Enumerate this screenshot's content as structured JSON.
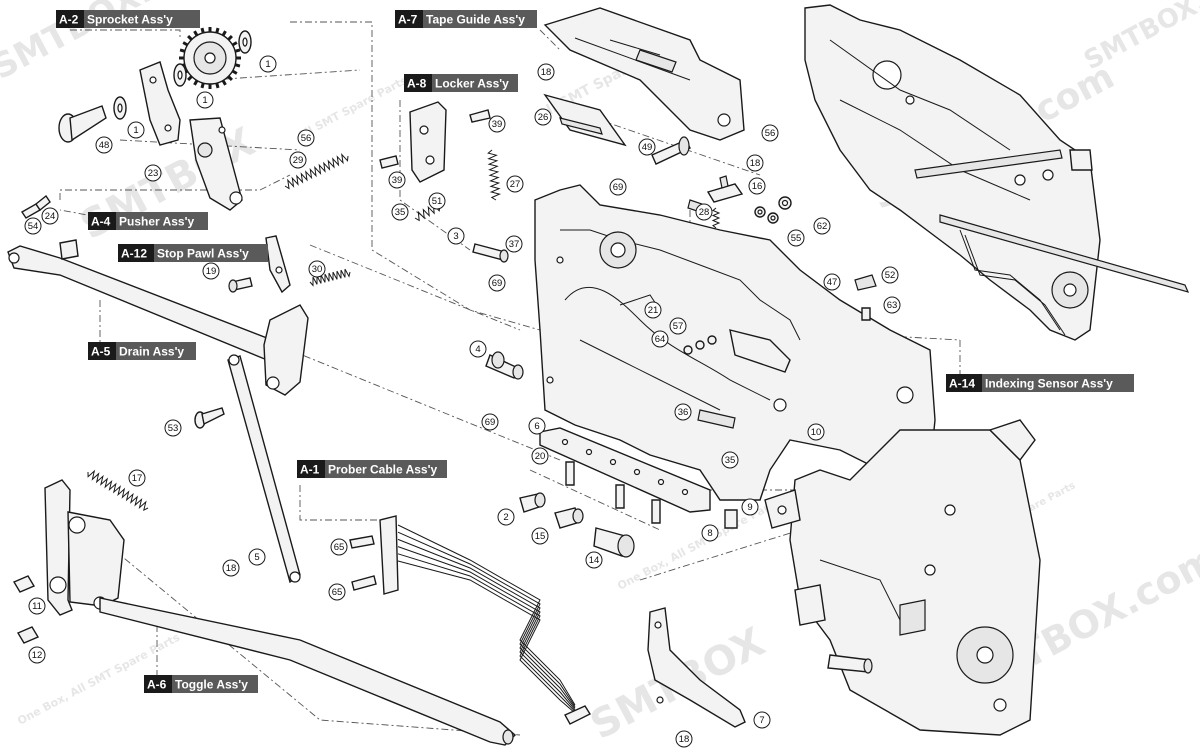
{
  "assemblies": [
    {
      "code": "A-2",
      "name": "Sprocket Ass'y"
    },
    {
      "code": "A-7",
      "name": "Tape Guide Ass'y"
    },
    {
      "code": "A-8",
      "name": "Locker Ass'y"
    },
    {
      "code": "A-4",
      "name": "Pusher Ass'y"
    },
    {
      "code": "A-12",
      "name": "Stop Pawl Ass'y"
    },
    {
      "code": "A-5",
      "name": "Drain Ass'y"
    },
    {
      "code": "A-14",
      "name": "Indexing Sensor Ass'y"
    },
    {
      "code": "A-1",
      "name": "Prober Cable Ass'y"
    },
    {
      "code": "A-6",
      "name": "Toggle Ass'y"
    }
  ],
  "callouts": [
    "1",
    "1",
    "1",
    "48",
    "23",
    "56",
    "29",
    "24",
    "54",
    "18",
    "26",
    "39",
    "39",
    "27",
    "49",
    "56",
    "18",
    "16",
    "69",
    "28",
    "62",
    "55",
    "35",
    "51",
    "3",
    "37",
    "69",
    "19",
    "30",
    "47",
    "52",
    "63",
    "21",
    "57",
    "64",
    "4",
    "69",
    "36",
    "6",
    "10",
    "20",
    "35",
    "9",
    "2",
    "15",
    "14",
    "8",
    "53",
    "17",
    "5",
    "18",
    "65",
    "65",
    "11",
    "12",
    "7",
    "18"
  ],
  "watermarks": [
    "SMTBOX.com",
    "All SMT Spare Parts",
    "One Box, All SMT Spare Parts",
    "SMTBOX.com",
    "SMTBOX",
    "SMTBOX.com",
    "One Box, All SMT Spare Parts",
    "SMTBOX.com",
    "All SMT Spare Parts",
    "SMTBOX",
    "SMTBOX.com",
    "One Box, All SMT Spare Parts"
  ]
}
